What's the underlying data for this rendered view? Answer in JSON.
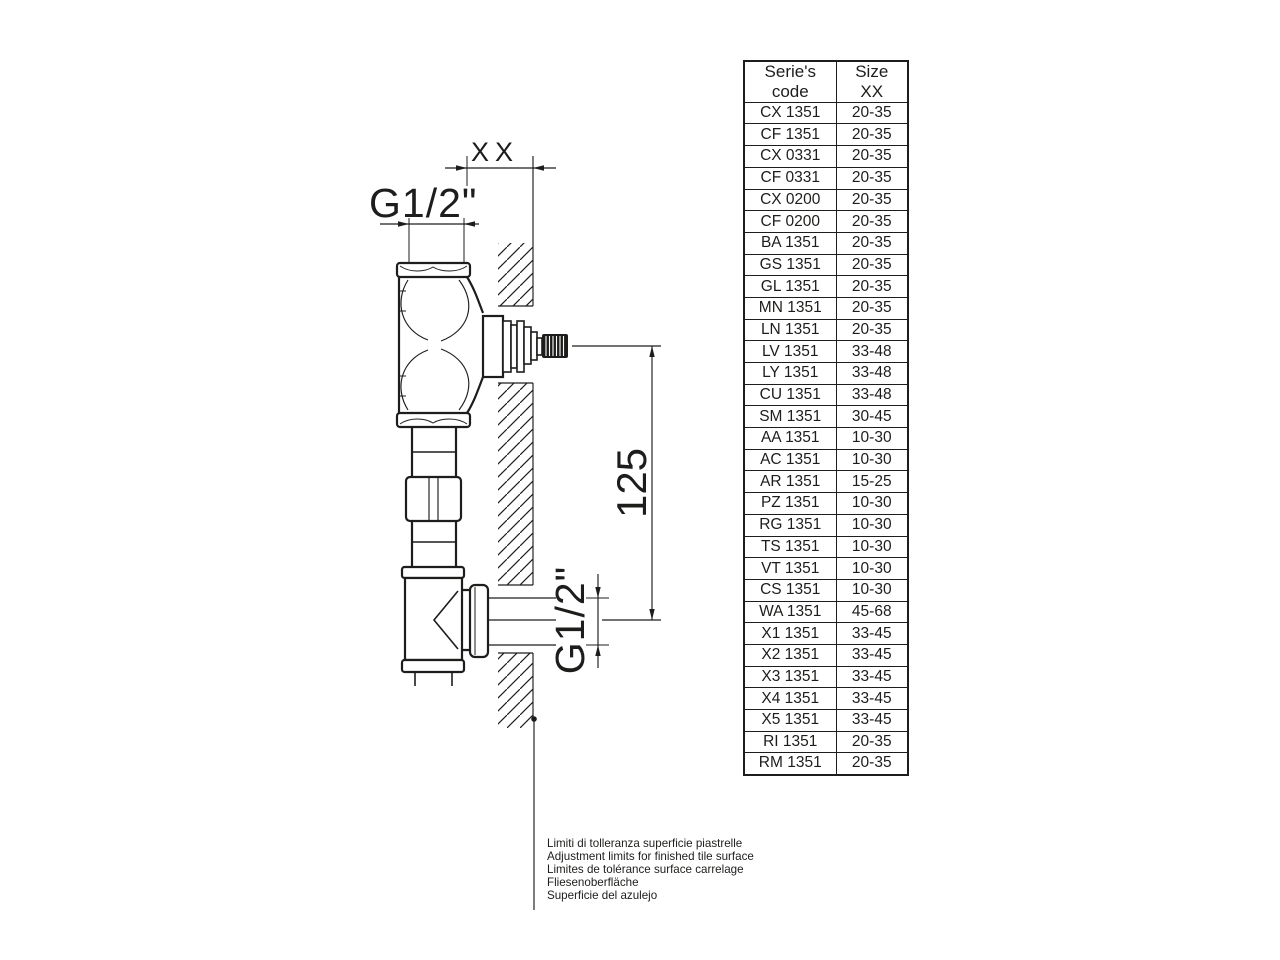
{
  "ink_color": "#1d1d1b",
  "drawing": {
    "labels": {
      "width_xx": "XX",
      "thread_top": "G1/2\"",
      "height_125": "125",
      "thread_bottom": "G1/2\""
    },
    "notes": [
      "Limiti di tolleranza superficie piastrelle",
      "Adjustment limits for finished tile surface",
      "Limites de tolérance surface carrelage",
      "Fliesenoberfläche",
      "Superficie del azulejo"
    ]
  },
  "table": {
    "header": {
      "col1_line1": "Serie's",
      "col1_line2": "code",
      "col2_line1": "Size",
      "col2_line2": "XX"
    },
    "rows": [
      {
        "code": "CX 1351",
        "size": "20-35"
      },
      {
        "code": "CF 1351",
        "size": "20-35"
      },
      {
        "code": "CX 0331",
        "size": "20-35"
      },
      {
        "code": "CF 0331",
        "size": "20-35"
      },
      {
        "code": "CX 0200",
        "size": "20-35"
      },
      {
        "code": "CF 0200",
        "size": "20-35"
      },
      {
        "code": "BA 1351",
        "size": "20-35"
      },
      {
        "code": "GS 1351",
        "size": "20-35"
      },
      {
        "code": "GL 1351",
        "size": "20-35"
      },
      {
        "code": "MN 1351",
        "size": "20-35"
      },
      {
        "code": "LN 1351",
        "size": "20-35"
      },
      {
        "code": "LV 1351",
        "size": "33-48"
      },
      {
        "code": "LY 1351",
        "size": "33-48"
      },
      {
        "code": "CU 1351",
        "size": "33-48"
      },
      {
        "code": "SM 1351",
        "size": "30-45"
      },
      {
        "code": "AA 1351",
        "size": "10-30"
      },
      {
        "code": "AC 1351",
        "size": "10-30"
      },
      {
        "code": "AR 1351",
        "size": "15-25"
      },
      {
        "code": "PZ 1351",
        "size": "10-30"
      },
      {
        "code": "RG 1351",
        "size": "10-30"
      },
      {
        "code": "TS 1351",
        "size": "10-30"
      },
      {
        "code": "VT 1351",
        "size": "10-30"
      },
      {
        "code": "CS 1351",
        "size": "10-30"
      },
      {
        "code": "WA 1351",
        "size": "45-68"
      },
      {
        "code": "X1 1351",
        "size": "33-45"
      },
      {
        "code": "X2 1351",
        "size": "33-45"
      },
      {
        "code": "X3 1351",
        "size": "33-45"
      },
      {
        "code": "X4 1351",
        "size": "33-45"
      },
      {
        "code": "X5 1351",
        "size": "33-45"
      },
      {
        "code": "RI 1351",
        "size": "20-35"
      },
      {
        "code": "RM 1351",
        "size": "20-35"
      }
    ]
  }
}
